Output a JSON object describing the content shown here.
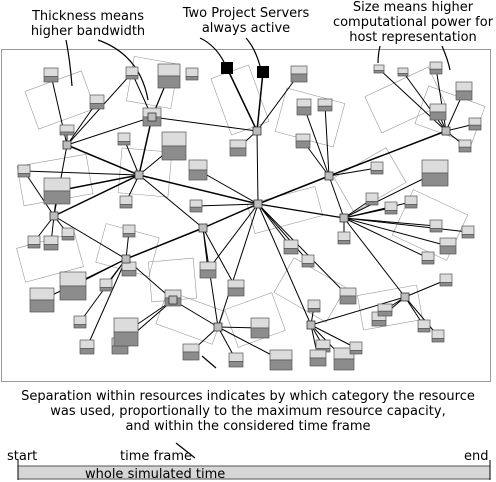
{
  "annotations": {
    "thickness": [
      "Thickness means",
      "higher bandwidth"
    ],
    "servers": [
      "Two Project Servers",
      "always active"
    ],
    "size": [
      "Size means higher",
      "computational power for",
      "host representation"
    ],
    "separation": [
      "Separation within resources indicates by which category the resource",
      "was used, proportionally to the maximum resource capacity,",
      "and within the considered time frame"
    ]
  },
  "timeline": {
    "start_label": "start",
    "end_label": "end",
    "time_frame_label": "time frame",
    "whole_label": "whole simulated time"
  },
  "colors": {
    "host_light": "#dcdcdc",
    "host_dark": "#8c8c8c",
    "link": "#000000",
    "server": "#000000",
    "router": "#bdbdbd",
    "bar": "#d6d6d6",
    "frame": "#9a9a9a"
  }
}
